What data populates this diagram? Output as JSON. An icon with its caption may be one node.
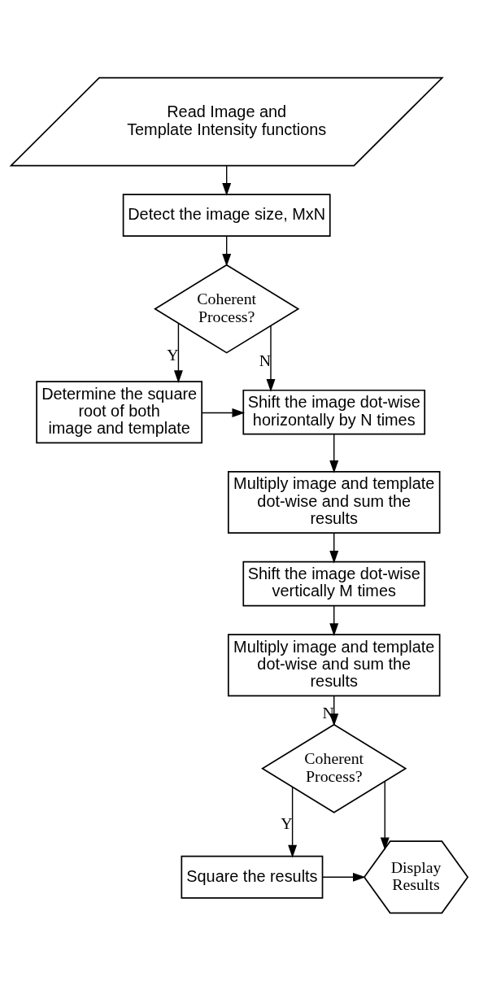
{
  "diagram": {
    "nodes": [
      {
        "text": [
          "Read Image and Template Intensity functions"
        ]
      },
      {
        "text": [
          "Detect the image size, MxN"
        ]
      },
      {
        "text": [
          "Coherent Process?"
        ]
      },
      {
        "text": [
          "Determine the square root of both image and template"
        ]
      },
      {
        "text": [
          "Shift the image dot-wise horizontally by N times"
        ]
      },
      {
        "text": [
          "Multiply image and template dot-wise and sum the results"
        ]
      },
      {
        "text": [
          "Shift the image dot-wise vertically M times"
        ]
      },
      {
        "text": [
          "Multiply image and template dot-wise and sum the results"
        ]
      },
      {
        "text": [
          "Coherent Process?"
        ]
      },
      {
        "text": [
          "Square the results"
        ]
      },
      {
        "text": [
          "Display Results"
        ]
      }
    ],
    "edges": [
      {
        "from": 0,
        "to": 1,
        "arrow": "to"
      },
      {
        "from": 1,
        "to": 2,
        "arrow": "to"
      },
      {
        "from": 2,
        "to": 3,
        "arrow": "to",
        "label": "Y"
      },
      {
        "from": 2,
        "to": 4,
        "arrow": "to",
        "label": "N"
      },
      {
        "from": 3,
        "to": 4,
        "arrow": "to"
      },
      {
        "from": 4,
        "to": 5,
        "arrow": "to"
      },
      {
        "from": 5,
        "to": 6,
        "arrow": "to"
      },
      {
        "from": 6,
        "to": 7,
        "arrow": "to"
      },
      {
        "from": 7,
        "to": 8,
        "arrow": "to",
        "label": "N"
      },
      {
        "from": 8,
        "to": 9,
        "arrow": "to",
        "label": "Y"
      },
      {
        "from": 8,
        "to": 10,
        "arrow": "to"
      },
      {
        "from": 9,
        "to": 10,
        "arrow": "to"
      }
    ]
  }
}
